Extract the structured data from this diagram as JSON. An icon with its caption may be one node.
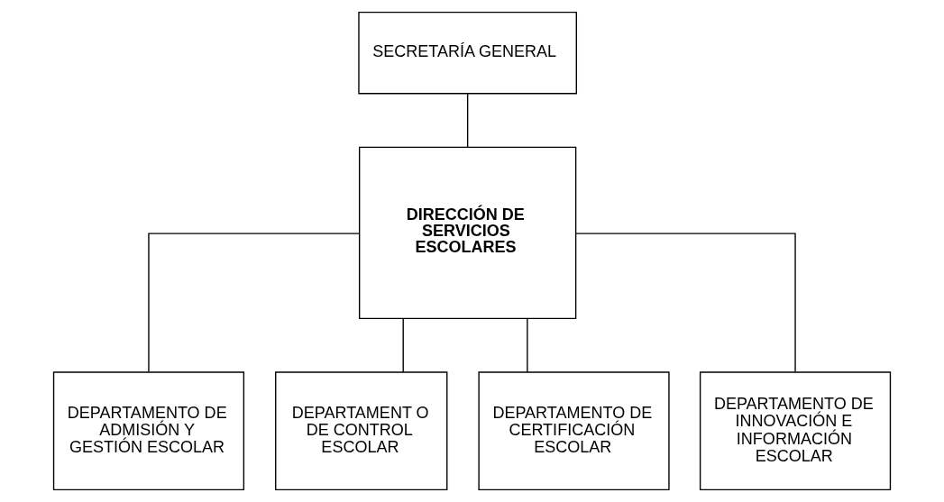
{
  "diagram": {
    "nodes": [
      {
        "text": [
          "SECRETARÍA GENERAL"
        ]
      },
      {
        "text": [
          "DIRECCIÓN DE SERVICIOS ESCOLARES"
        ]
      },
      {
        "text": [
          "DEPARTAMENTO DE ADMISIÓN Y GESTIÓN ESCOLAR"
        ]
      },
      {
        "text": [
          "DEPARTAMENT O DE CONTROL ESCOLAR"
        ]
      },
      {
        "text": [
          "DEPARTAMENTO DE CERTIFICACIÓN ESCOLAR"
        ]
      },
      {
        "text": [
          "DEPARTAMENTO DE INNOVACIÓN E INFORMACIÓN ESCOLAR"
        ]
      }
    ],
    "edges": [
      {
        "from": 0,
        "to": 1,
        "arrow": "none"
      },
      {
        "from": 1,
        "to": 2,
        "arrow": "none"
      },
      {
        "from": 1,
        "to": 3,
        "arrow": "none"
      },
      {
        "from": 1,
        "to": 4,
        "arrow": "none"
      },
      {
        "from": 1,
        "to": 5,
        "arrow": "none"
      }
    ]
  }
}
